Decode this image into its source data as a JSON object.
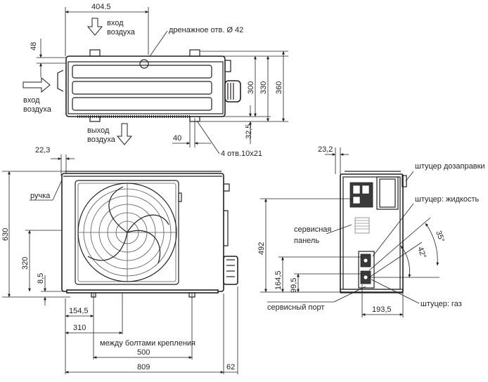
{
  "top_view": {
    "width_dim": "404.5",
    "air_in_top": "вход\nвоздуха",
    "drain_label": "дренажное отв. Ø 42",
    "dim_48": "48",
    "dim_300": "300",
    "dim_330": "330",
    "dim_360": "360",
    "air_in_left": "вход\nвоздуха",
    "air_out": "выход\nвоздуха",
    "dim_32_5": "32,5",
    "dim_40": "40",
    "holes_label": "4 отв.10x21"
  },
  "front_view": {
    "dim_22_3": "22,3",
    "handle_label": "ручка",
    "dim_630": "630",
    "dim_320": "320",
    "dim_8_5": "8,5",
    "dim_154_5": "154,5",
    "dim_310": "310",
    "bolts_label": "между болтами крепления",
    "dim_500": "500",
    "dim_809": "809",
    "dim_62": "62"
  },
  "side_view": {
    "dim_23_2": "23,2",
    "charge_fitting_label": "штуцер дозаправки",
    "liquid_fitting_label": "штуцер: жидкость",
    "service_panel_label": "сервисная\nпанель",
    "dim_492": "492",
    "angle_35": "35°",
    "angle_42": "42°",
    "dim_164_5": "164,5",
    "dim_99_5": "99,5",
    "dim_193_5": "193,5",
    "gas_fitting_label": "штуцер: газ",
    "service_port_label": "сервисный порт"
  }
}
